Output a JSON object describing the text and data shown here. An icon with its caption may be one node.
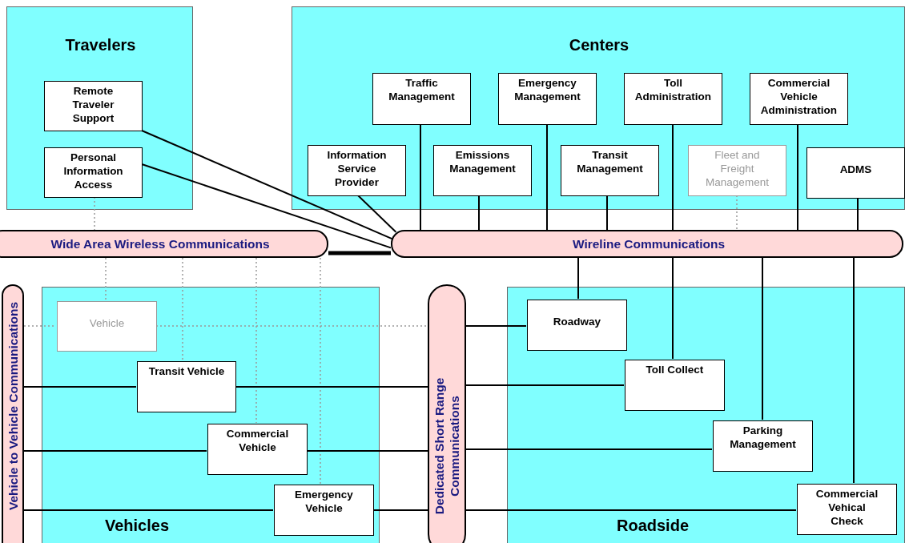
{
  "diagram": {
    "nodes": [
      {
        "text": [
          "Travelers"
        ]
      },
      {
        "text": [
          "Remote Traveler Support"
        ],
        "in": 0
      },
      {
        "text": [
          "Personal Information Access"
        ],
        "in": 0
      },
      {
        "text": [
          "Centers"
        ]
      },
      {
        "text": [
          "Traffic Management"
        ],
        "in": 3
      },
      {
        "text": [
          "Emergency Management"
        ],
        "in": 3
      },
      {
        "text": [
          "Toll Administration"
        ],
        "in": 3
      },
      {
        "text": [
          "Commercial Vehicle Administration"
        ],
        "in": 3
      },
      {
        "text": [
          "Information Service Provider"
        ],
        "in": 3
      },
      {
        "text": [
          "Emissions Management"
        ],
        "in": 3
      },
      {
        "text": [
          "Transit Management"
        ],
        "in": 3
      },
      {
        "text": [
          "Fleet and Freight Management"
        ],
        "in": 3
      },
      {
        "text": [
          "ADMS"
        ],
        "in": 3
      },
      {
        "text": [
          "Wide Area Wireless Communications"
        ]
      },
      {
        "text": [
          "Wireline Communications"
        ]
      },
      {
        "text": [
          "Vehicle to Vehicle Communications"
        ]
      },
      {
        "text": [
          "Vehicles"
        ]
      },
      {
        "text": [
          "Vehicle"
        ],
        "in": 16
      },
      {
        "text": [
          "Transit Vehicle"
        ],
        "in": 16
      },
      {
        "text": [
          "Commercial Vehicle"
        ],
        "in": 16
      },
      {
        "text": [
          "Emergency Vehicle"
        ],
        "in": 16
      },
      {
        "text": [
          "Dedicated Short Range Communications"
        ]
      },
      {
        "text": [
          "Roadside"
        ]
      },
      {
        "text": [
          "Roadway"
        ],
        "in": 22
      },
      {
        "text": [
          "Toll Collect"
        ],
        "in": 22
      },
      {
        "text": [
          "Parking Management"
        ],
        "in": 22
      },
      {
        "text": [
          "Commercial Vehical Check"
        ],
        "in": 22
      }
    ],
    "edges": [
      {
        "from": 1,
        "to": 14,
        "arrow": "none"
      },
      {
        "from": 2,
        "to": 14,
        "arrow": "none"
      },
      {
        "from": 8,
        "to": 14,
        "arrow": "none"
      },
      {
        "from": 4,
        "to": 14,
        "arrow": "none"
      },
      {
        "from": 9,
        "to": 14,
        "arrow": "none"
      },
      {
        "from": 5,
        "to": 14,
        "arrow": "none"
      },
      {
        "from": 10,
        "to": 14,
        "arrow": "none"
      },
      {
        "from": 6,
        "to": 14,
        "arrow": "none"
      },
      {
        "from": 11,
        "to": 14,
        "arrow": "none",
        "style": "dashed",
        "color": "#999999"
      },
      {
        "from": 7,
        "to": 14,
        "arrow": "none"
      },
      {
        "from": 12,
        "to": 14,
        "arrow": "none"
      },
      {
        "from": 13,
        "to": 14,
        "arrow": "none",
        "style": "thick"
      },
      {
        "from": 2,
        "to": 13,
        "arrow": "none",
        "style": "dashed",
        "color": "#999999"
      },
      {
        "from": 13,
        "to": 17,
        "arrow": "none",
        "style": "dashed",
        "color": "#999999"
      },
      {
        "from": 13,
        "to": 18,
        "arrow": "none",
        "style": "dashed",
        "color": "#999999"
      },
      {
        "from": 13,
        "to": 19,
        "arrow": "none",
        "style": "dashed",
        "color": "#999999"
      },
      {
        "from": 13,
        "to": 20,
        "arrow": "none",
        "style": "dashed",
        "color": "#999999"
      },
      {
        "from": 15,
        "to": 17,
        "arrow": "none",
        "style": "dashed",
        "color": "#999999"
      },
      {
        "from": 17,
        "to": 21,
        "arrow": "none",
        "style": "dashed",
        "color": "#999999"
      },
      {
        "from": 15,
        "to": 18,
        "arrow": "none"
      },
      {
        "from": 18,
        "to": 21,
        "arrow": "none"
      },
      {
        "from": 15,
        "to": 19,
        "arrow": "none"
      },
      {
        "from": 19,
        "to": 21,
        "arrow": "none"
      },
      {
        "from": 15,
        "to": 20,
        "arrow": "none"
      },
      {
        "from": 20,
        "to": 21,
        "arrow": "none"
      },
      {
        "from": 21,
        "to": 23,
        "arrow": "none"
      },
      {
        "from": 21,
        "to": 24,
        "arrow": "none"
      },
      {
        "from": 21,
        "to": 25,
        "arrow": "none"
      },
      {
        "from": 21,
        "to": 26,
        "arrow": "none"
      },
      {
        "from": 14,
        "to": 23,
        "arrow": "none"
      },
      {
        "from": 14,
        "to": 24,
        "arrow": "none"
      },
      {
        "from": 14,
        "to": 25,
        "arrow": "none"
      },
      {
        "from": 14,
        "to": 26,
        "arrow": "none"
      }
    ]
  }
}
